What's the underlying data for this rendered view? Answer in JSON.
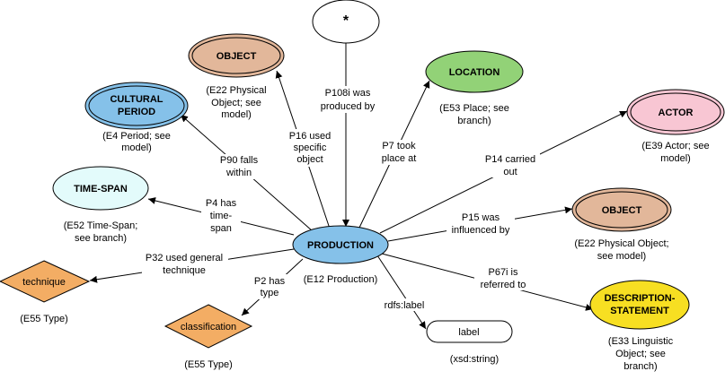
{
  "nodes": {
    "production": {
      "title": "PRODUCTION",
      "note": "(E12 Production)"
    },
    "star": {
      "title": "*"
    },
    "object_top": {
      "title": "OBJECT",
      "note_lines": [
        "(E22 Physical",
        "Object; see",
        "model)"
      ]
    },
    "location": {
      "title": "LOCATION",
      "note_lines": [
        "(E53 Place; see",
        "branch)"
      ]
    },
    "cultural_period": {
      "title_lines": [
        "CULTURAL",
        "PERIOD"
      ],
      "note_lines": [
        "(E4 Period; see",
        "model)"
      ]
    },
    "actor": {
      "title": "ACTOR",
      "note_lines": [
        "(E39 Actor; see",
        "model)"
      ]
    },
    "time_span": {
      "title": "TIME-SPAN",
      "note_lines": [
        "(E52 Time-Span;",
        "see branch)"
      ]
    },
    "object_right": {
      "title": "OBJECT",
      "note_lines": [
        "(E22 Physical Object;",
        "see model)"
      ]
    },
    "technique": {
      "title": "technique",
      "note": "(E55 Type)"
    },
    "classification": {
      "title": "classification",
      "note": "(E55 Type)"
    },
    "description": {
      "title_lines": [
        "DESCRIPTION-",
        "STATEMENT"
      ],
      "note_lines": [
        "(E33 Linguistic",
        "Object; see",
        "branch)"
      ]
    },
    "label": {
      "title": "label",
      "note": "(xsd:string)"
    }
  },
  "edges": {
    "p108i": [
      "P108i was",
      "produced by"
    ],
    "p16": [
      "P16 used",
      "specific",
      "object"
    ],
    "p7": [
      "P7 took",
      "place at"
    ],
    "p90": [
      "P90 falls",
      "within"
    ],
    "p14": [
      "P14 carried",
      "out"
    ],
    "p4": [
      "P4 has",
      "time-",
      "span"
    ],
    "p15": [
      "P15 was",
      "influenced by"
    ],
    "p32": [
      "P32 used general",
      "technique"
    ],
    "p2": [
      "P2 has",
      "type"
    ],
    "p67i": [
      "P67i is",
      "referred to"
    ],
    "rdfs": [
      "rdfs:label"
    ]
  },
  "colors": {
    "production": "#85c1e9",
    "object": "#e2b79a",
    "location": "#92d277",
    "cultural_period": "#85c1e9",
    "actor": "#f8c6d3",
    "time_span": "#e3fbfb",
    "type": "#f3ad64",
    "description": "#f7df22",
    "plain": "#ffffff"
  }
}
